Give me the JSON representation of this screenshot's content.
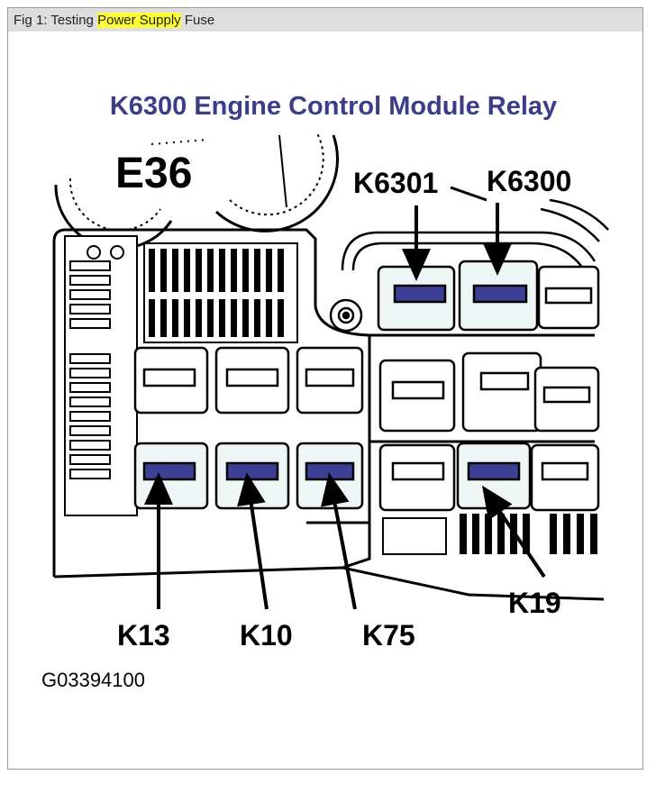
{
  "figure": {
    "caption_prefix": "Fig 1: Testing ",
    "caption_highlight": "Power Supply",
    "caption_suffix": " Fuse",
    "highlight_color": "#ffff33"
  },
  "diagram": {
    "title": "K6300 Engine Control Module Relay",
    "box_label": "E36",
    "code": "G03394100",
    "relay_labels": {
      "k6301": "K6301",
      "k6300": "K6300",
      "k13": "K13",
      "k10": "K10",
      "k75": "K75",
      "k19": "K19"
    },
    "colors": {
      "title": "#3a3d8a",
      "relay_marker": "#3b3f96",
      "relay_highlight": "#eef6f6"
    }
  }
}
